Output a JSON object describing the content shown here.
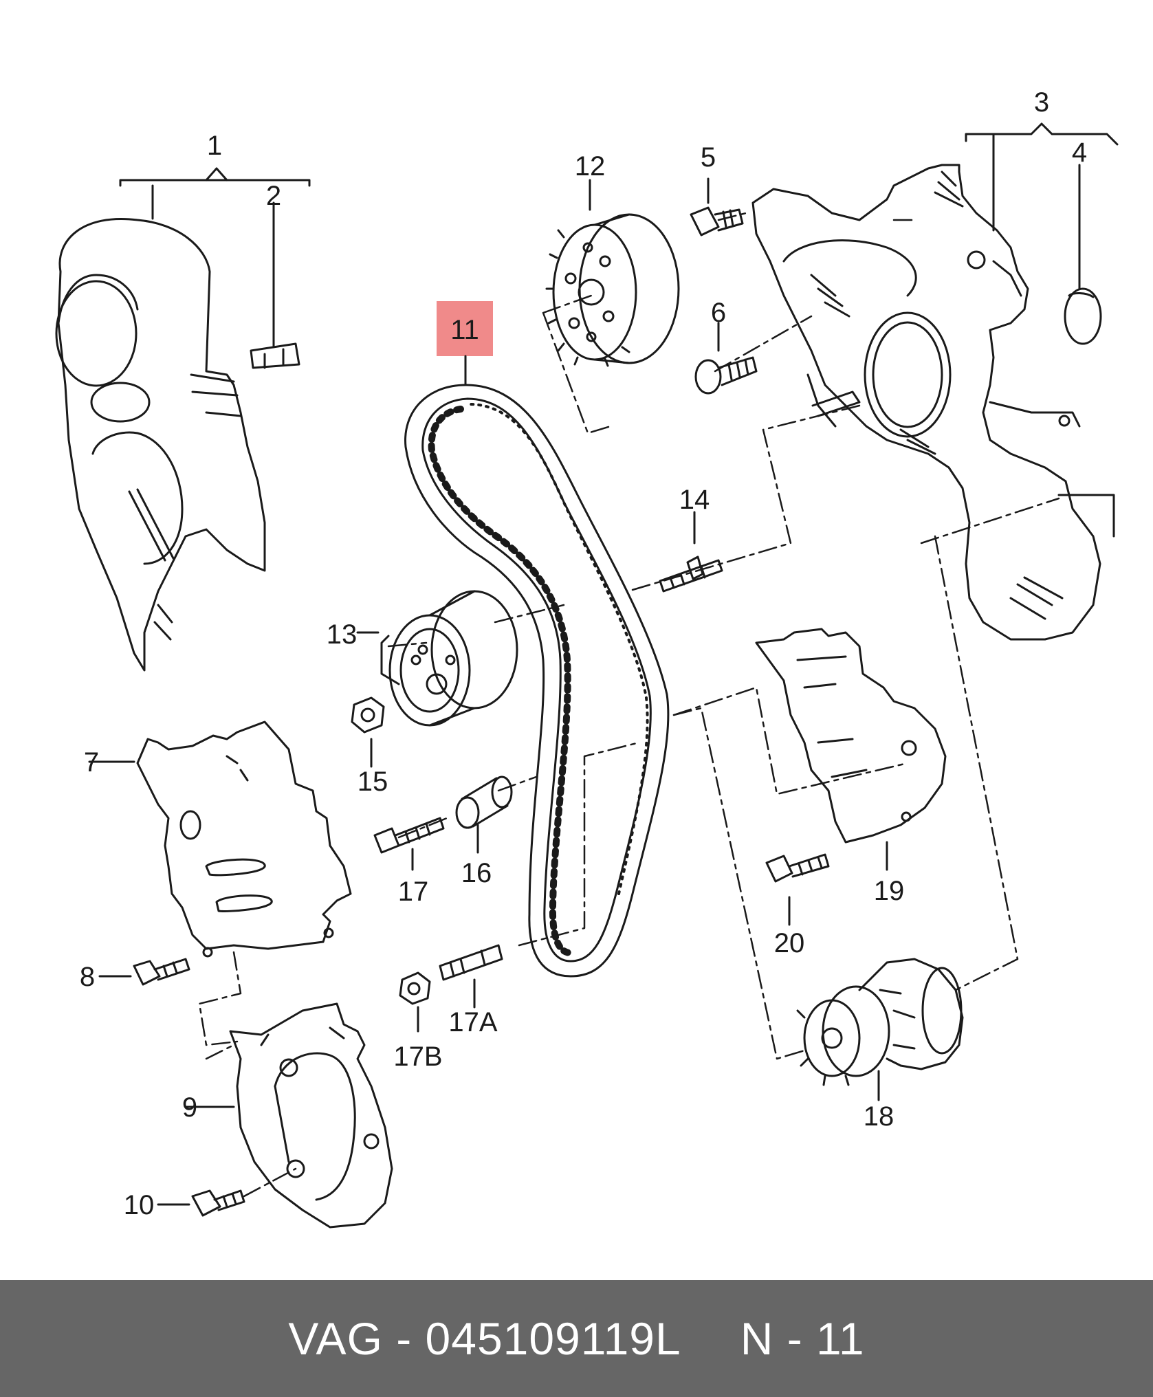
{
  "diagram": {
    "highlight_color": "#f08a8a",
    "highlighted_part": "11",
    "part_labels": [
      "1",
      "2",
      "3",
      "4",
      "5",
      "6",
      "7",
      "8",
      "9",
      "10",
      "11",
      "12",
      "13",
      "14",
      "15",
      "16",
      "17",
      "17A",
      "17B",
      "18",
      "19",
      "20"
    ]
  },
  "footer": {
    "background": "#666666",
    "part_number": "VAG - 045109119L",
    "reference": "N - 11"
  }
}
